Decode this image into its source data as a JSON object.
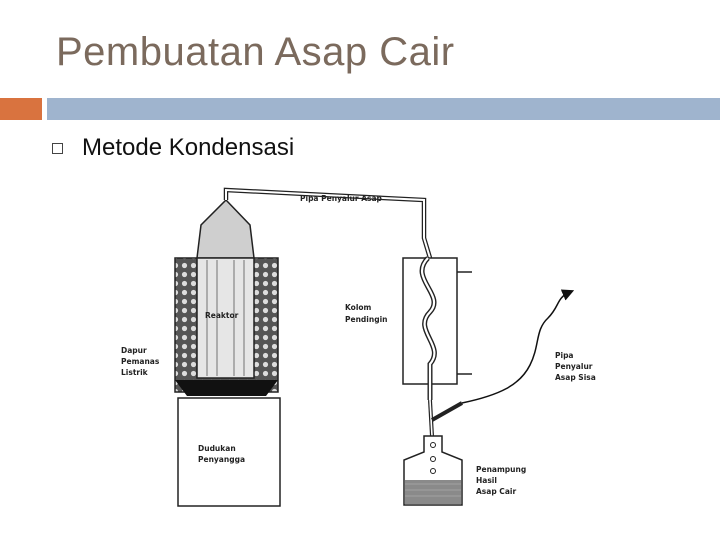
{
  "slide": {
    "title": "Pembuatan Asap Cair",
    "bullet": "Metode Kondensasi"
  },
  "diagram": {
    "labels": {
      "pipe": "Pipa Penyalur Asap",
      "reactor": "Reaktor",
      "column_1": "Kolom",
      "column_2": "Pendingin",
      "furnace_1": "Dapur",
      "furnace_2": "Pemanas",
      "furnace_3": "Listrik",
      "outlet_1": "Pipa",
      "outlet_2": "Penyalur",
      "outlet_3": "Asap Sisa",
      "stand_1": "Dudukan",
      "stand_2": "Penyangga",
      "collector_1": "Penampung",
      "collector_2": "Hasil",
      "collector_3": "Asap Cair"
    }
  },
  "colors": {
    "title": "#7b6a5d",
    "accent_orange": "#d9733f",
    "accent_blue": "#9fb4ce"
  }
}
